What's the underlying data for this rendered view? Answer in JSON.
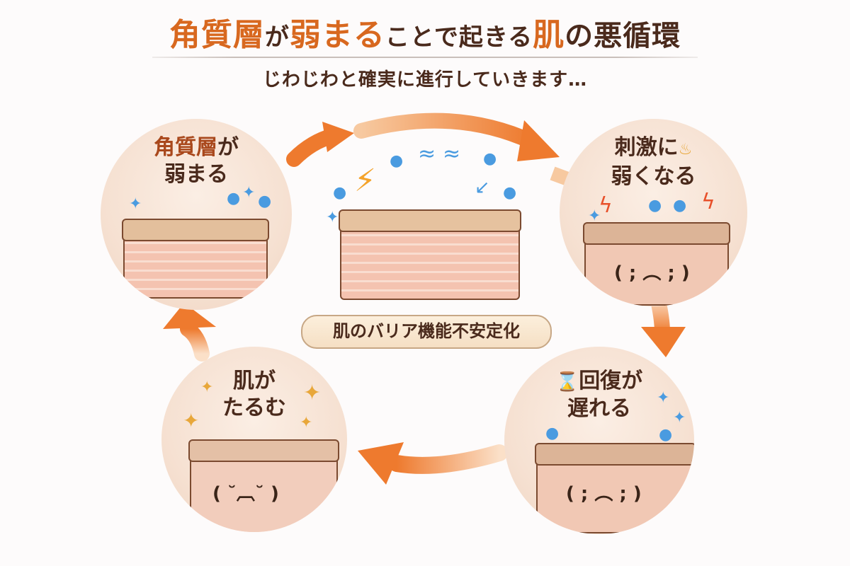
{
  "title": {
    "part1": "角質層",
    "part2": "が",
    "part3": "弱まる",
    "part4": "ことで起きる",
    "part5": "肌",
    "part6": "の悪循環"
  },
  "subtitle": "じわじわと確実に進行していきます…",
  "center_badge": "肌のバリア機能不安定化",
  "cycle": [
    {
      "line1_accent": "角質層",
      "line1_rest": "が",
      "line2": "弱まる",
      "position": "top-left"
    },
    {
      "line1": "刺激に",
      "line2": "弱くなる",
      "position": "top-right"
    },
    {
      "line1": "回復が",
      "line2": "遅れる",
      "position": "bottom-right"
    },
    {
      "line1": "肌が",
      "line2": "たるむ",
      "position": "bottom-left"
    }
  ],
  "icons": {
    "water-drop": "💧",
    "sparkle": "✦",
    "lightning": "⚡",
    "hourglass": "⌛",
    "sad-face": "( ; ︵ ; )",
    "droopy-face": "( ˘︹˘ )"
  },
  "colors": {
    "accent_orange": "#d8681f",
    "text_brown": "#4a2a1c",
    "arrow_orange": "#ef7a2e",
    "water_blue": "#4a9be0",
    "background": "#fdfbfb"
  }
}
